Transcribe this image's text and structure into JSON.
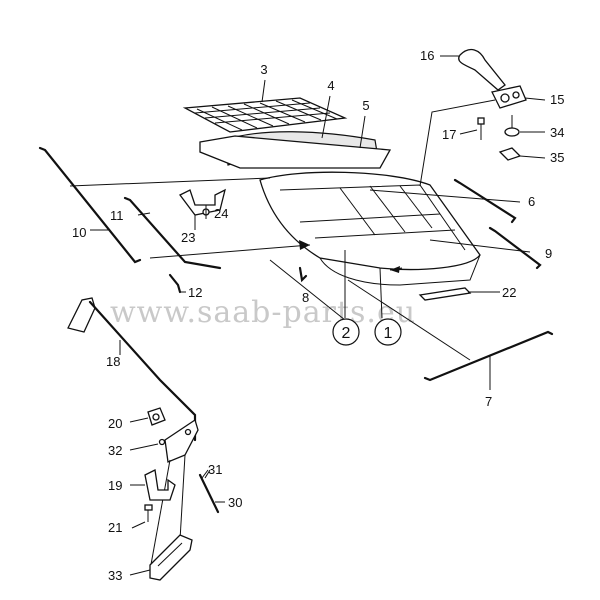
{
  "watermark": "www.saab-parts.eu",
  "callouts": {
    "c1": "1",
    "c2": "2",
    "c3": "3",
    "c4": "4",
    "c5": "5",
    "c6": "6",
    "c7": "7",
    "c8": "8",
    "c9": "9",
    "c10": "10",
    "c11": "11",
    "c12": "12",
    "c15": "15",
    "c16": "16",
    "c17": "17",
    "c18": "18",
    "c19": "19",
    "c20": "20",
    "c21": "21",
    "c22": "22",
    "c23": "23",
    "c24": "24",
    "c30": "30",
    "c31": "31",
    "c32": "32",
    "c33": "33",
    "c34": "34",
    "c35": "35"
  },
  "colors": {
    "line": "#111111",
    "background": "#ffffff",
    "watermark": "#c9c9c9"
  }
}
